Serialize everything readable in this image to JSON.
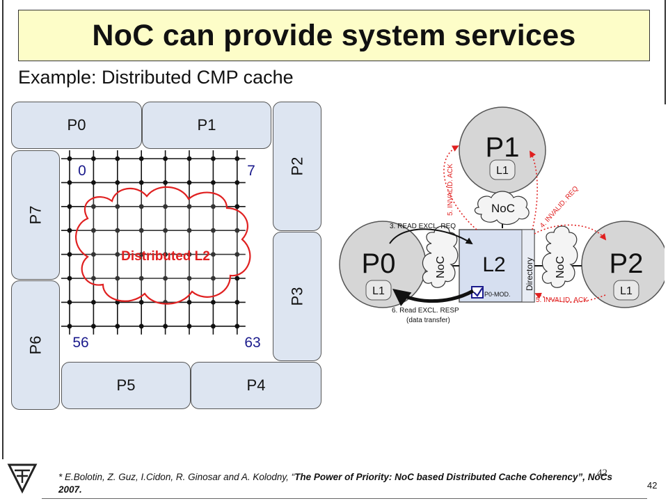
{
  "title": "NoC can provide system services",
  "subtitle": "Example: Distributed CMP cache",
  "left_diagram": {
    "processors": {
      "p0": "P0",
      "p1": "P1",
      "p2": "P2",
      "p3": "P3",
      "p4": "P4",
      "p5": "P5",
      "p6": "P6",
      "p7": "P7"
    },
    "corner_labels": {
      "top_left": "0",
      "top_right": "7",
      "bottom_left": "56",
      "bottom_right": "63"
    },
    "cloud_label": "Distributed L2",
    "grid_size": 8
  },
  "right_diagram": {
    "p1": "P1",
    "p0": "P0",
    "p2": "P2",
    "l2": "L2",
    "l1": "L1",
    "noc": "NoC",
    "directory": "Directory",
    "p0_mod": "P0-MOD.",
    "read_excl_req": "3. READ EXCL. REQ",
    "read_excl_resp": "6. Read EXCL. RESP",
    "data_transfer": "(data transfer)",
    "invalid_req": "4. INVALID. REQ",
    "invalid_ack_p1": "5. INVALID. ACK",
    "invalid_ack_p2": "5. INVALID. ACK"
  },
  "footer": {
    "authors": "* E.Bolotin, Z. Guz, I.Cidon, R. Ginosar and A. Kolodny, “",
    "paper": "The Power of Priority: NoC based Distributed Cache Coherency",
    "venue": "”, NoCs 2007.",
    "page_ghost": "42",
    "page": "42"
  },
  "colors": {
    "accent_red": "#e02020",
    "node_blue": "#1a1a8c",
    "proc_fill": "#dde5f1",
    "title_bg": "#fdfdc8"
  }
}
